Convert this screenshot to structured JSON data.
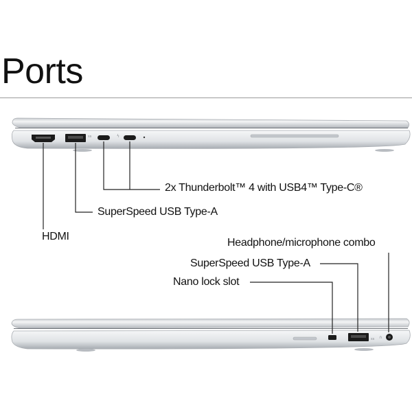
{
  "title": "Ports",
  "left_side": {
    "callouts": [
      {
        "id": "thunderbolt",
        "text": "2x Thunderbolt™ 4 with USB4™ Type-C®"
      },
      {
        "id": "usb-a",
        "text": "SuperSpeed USB Type-A"
      },
      {
        "id": "hdmi",
        "text": "HDMI"
      }
    ]
  },
  "right_side": {
    "callouts": [
      {
        "id": "headphone",
        "text": "Headphone/microphone combo"
      },
      {
        "id": "usb-a",
        "text": "SuperSpeed USB Type-A"
      },
      {
        "id": "lock",
        "text": "Nano lock slot"
      }
    ]
  },
  "colors": {
    "chassis_light": "#eef0f2",
    "chassis_mid": "#d3d6da",
    "chassis_dark": "#9da2a8",
    "port_black": "#1b1b1b",
    "leader_line": "#222222"
  }
}
